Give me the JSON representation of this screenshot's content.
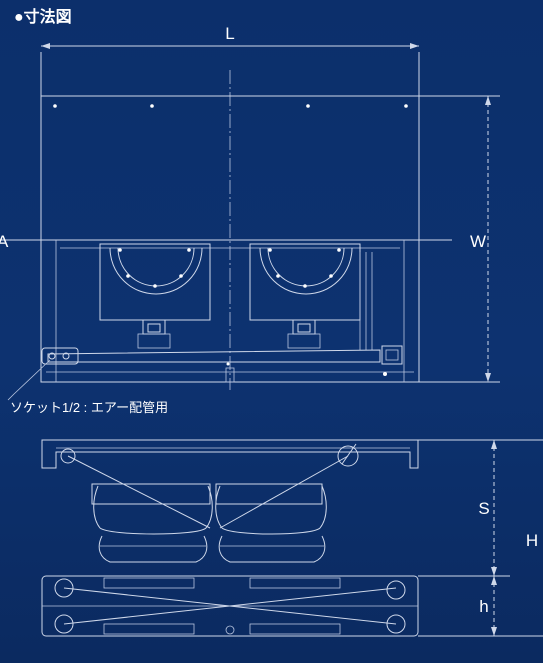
{
  "title": "●寸法図",
  "labels": {
    "L": "L",
    "W": "W",
    "A": "A",
    "S": "S",
    "H": "H",
    "h": "h",
    "socket": "ソケット1/2 : エアー配管用"
  },
  "colors": {
    "background": "#0c2f6b",
    "line": "#cfd8ea",
    "text": "#ffffff"
  }
}
